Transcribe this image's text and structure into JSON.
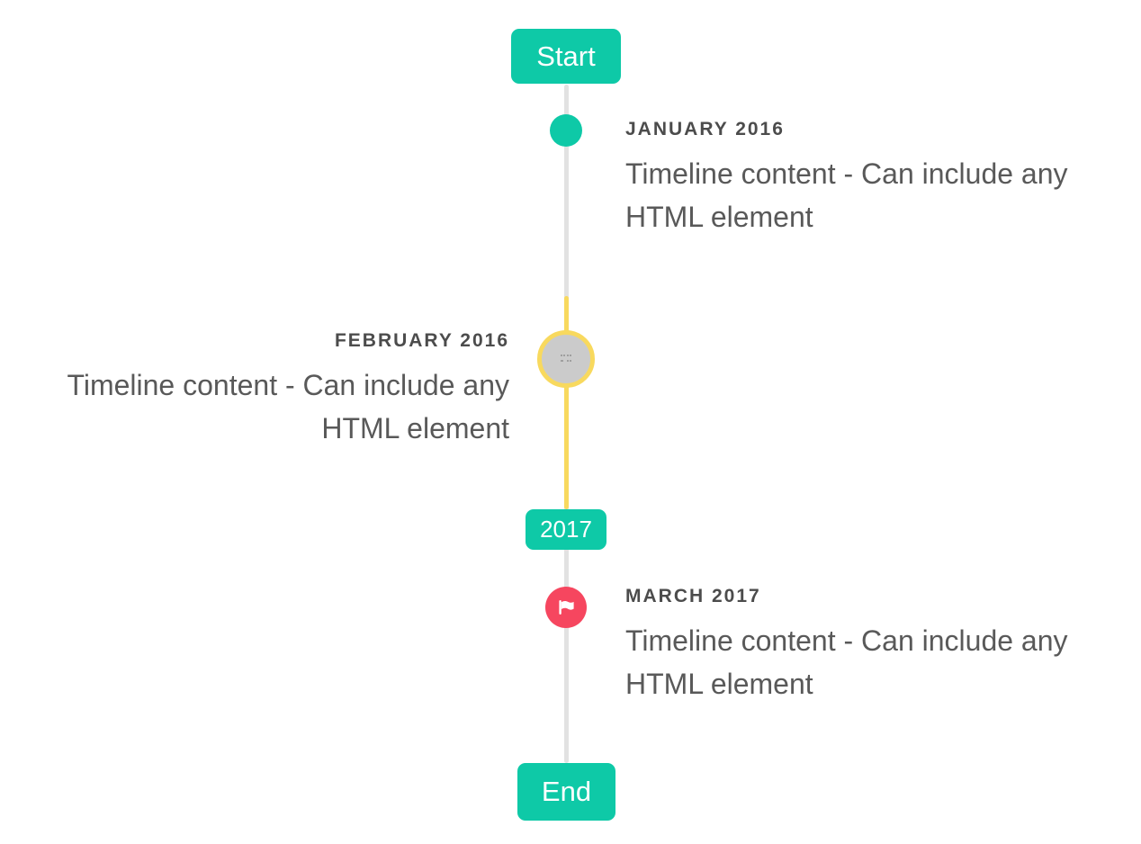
{
  "timeline": {
    "start_badge": "Start",
    "year_badge": "2017",
    "end_badge": "End",
    "entries": [
      {
        "date": "JANUARY 2016",
        "content": "Timeline content - Can include any HTML element",
        "side": "right",
        "marker": "teal-dot"
      },
      {
        "date": "FEBRUARY 2016",
        "content": "Timeline content - Can include any HTML element",
        "side": "left",
        "marker": "image-placeholder-circle"
      },
      {
        "date": "MARCH 2017",
        "content": "Timeline content - Can include any HTML element",
        "side": "right",
        "marker": "flag-circle"
      }
    ],
    "icons": {
      "flag": "flag-icon",
      "broken_image": "broken-image-icon"
    },
    "colors": {
      "accent_teal": "#0ec9a7",
      "highlight_yellow": "#f8d95e",
      "flag_red": "#f6465f",
      "line_gray": "#e2e2e2",
      "circle_gray": "#cbcbcb",
      "date_text": "#4c4c4c",
      "body_text": "#595959",
      "badge_text": "#ffffff"
    }
  }
}
